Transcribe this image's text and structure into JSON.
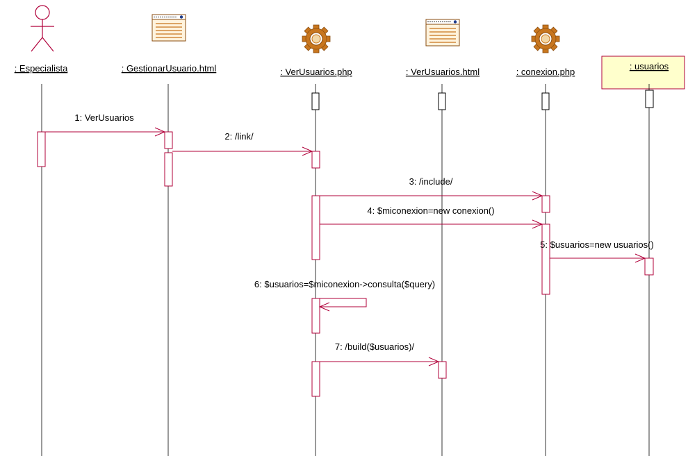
{
  "participants": [
    {
      "id": "especialista",
      "label": ": Especialista",
      "kind": "actor",
      "icon": "actor-icon"
    },
    {
      "id": "gestionar",
      "label": ": GestionarUsuario.html",
      "kind": "page",
      "icon": "html-page-icon"
    },
    {
      "id": "verphp",
      "label": ": VerUsuarios.php",
      "kind": "server",
      "icon": "gear-icon"
    },
    {
      "id": "verhtml",
      "label": ": VerUsuarios.html",
      "kind": "page",
      "icon": "html-page-icon"
    },
    {
      "id": "conexion",
      "label": ": conexion.php",
      "kind": "server",
      "icon": "gear-icon"
    },
    {
      "id": "usuarios",
      "label": ": usuarios",
      "kind": "object",
      "icon": ""
    }
  ],
  "messages": [
    {
      "num": 1,
      "label": "1: VerUsuarios",
      "from": "especialista",
      "to": "gestionar"
    },
    {
      "num": 2,
      "label": "2: /link/",
      "from": "gestionar",
      "to": "verphp"
    },
    {
      "num": 3,
      "label": "3: /include/",
      "from": "verphp",
      "to": "conexion"
    },
    {
      "num": 4,
      "label": "4: $miconexion=new conexion()",
      "from": "verphp",
      "to": "conexion"
    },
    {
      "num": 5,
      "label": "5: $usuarios=new usuarios()",
      "from": "conexion",
      "to": "usuarios"
    },
    {
      "num": 6,
      "label": "6: $usuarios=$miconexion->consulta($query)",
      "from": "verphp",
      "to": "verphp"
    },
    {
      "num": 7,
      "label": "7: /build($usuarios)/",
      "from": "verphp",
      "to": "verhtml"
    }
  ],
  "colors": {
    "message": "#b0003a",
    "lifeline": "#000000",
    "activation": "#b0003a",
    "gear": "#c8761e",
    "object_fill": "#ffffcc",
    "object_border": "#b0003a"
  }
}
